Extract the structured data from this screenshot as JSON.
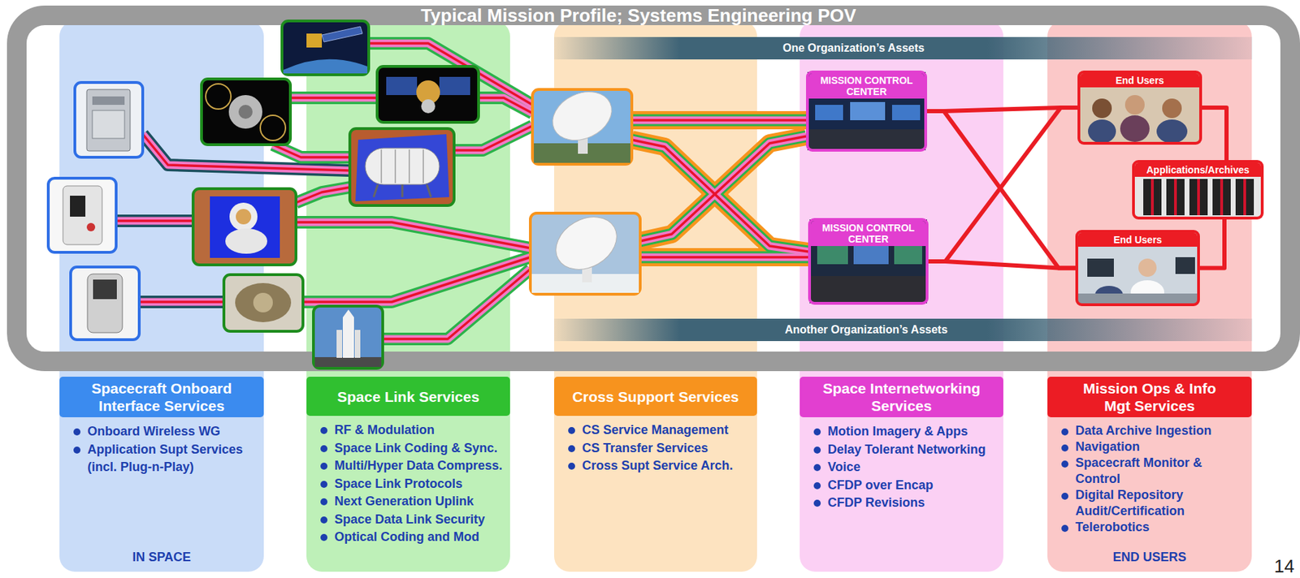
{
  "diagram": {
    "title": "Typical Mission Profile; Systems Engineering POV",
    "nodes": [
      {
        "text": [
          "Onboard Wireless WG",
          "Application Supt Services (incl. Plug-n-Play)",
          "IN SPACE"
        ]
      },
      {
        "text": [
          "Spacecraft Onboard Interface Services"
        ],
        "in": 0
      },
      {
        "text": [
          "RF & Modulation",
          "Space Link Coding & Sync.",
          "Multi/Hyper Data Compress.",
          "Space Link Protocols",
          "Next Generation Uplink",
          "Space Data Link Security",
          "Optical Coding and Mod"
        ]
      },
      {
        "text": [
          "Space Link Services"
        ],
        "in": 2
      },
      {
        "text": [
          "CS Service Management",
          "CS Transfer Services",
          "Cross Supt Service Arch."
        ]
      },
      {
        "text": [
          "Cross Support Services"
        ],
        "in": 4
      },
      {
        "text": [
          "Motion Imagery & Apps",
          "Delay Tolerant Networking",
          "Voice",
          "CFDP over Encap",
          "CFDP Revisions"
        ]
      },
      {
        "text": [
          "Space Internetworking Services"
        ],
        "in": 6
      },
      {
        "text": [
          "Data Archive Ingestion",
          "Navigation",
          "Spacecraft Monitor & Control",
          "Digital Repository Audit/Certification",
          "Telerobotics",
          "END USERS"
        ]
      },
      {
        "text": [
          "Mission Ops & Info Mgt Services"
        ],
        "in": 8
      },
      {
        "text": [
          "One Organization’s Assets"
        ]
      },
      {
        "text": [
          "Another Organization’s Assets"
        ]
      },
      {
        "text": [
          "MISSION CONTROL CENTER"
        ],
        "in": 6
      },
      {
        "text": [
          "MISSION CONTROL CENTER"
        ],
        "in": 6
      },
      {
        "text": [
          "End Users"
        ],
        "in": 8
      },
      {
        "text": [
          "Applications/Archives"
        ],
        "in": 8
      },
      {
        "text": [
          "End Users"
        ],
        "in": 8
      }
    ],
    "edges": [
      {
        "from": 12,
        "to": 14,
        "arrow": "none"
      },
      {
        "from": 12,
        "to": 16,
        "arrow": "none"
      },
      {
        "from": 13,
        "to": 14,
        "arrow": "none"
      },
      {
        "from": 13,
        "to": 16,
        "arrow": "none"
      },
      {
        "from": 14,
        "to": 15,
        "arrow": "none"
      },
      {
        "from": 15,
        "to": 16,
        "arrow": "none"
      }
    ],
    "labels": [
      "14"
    ]
  }
}
